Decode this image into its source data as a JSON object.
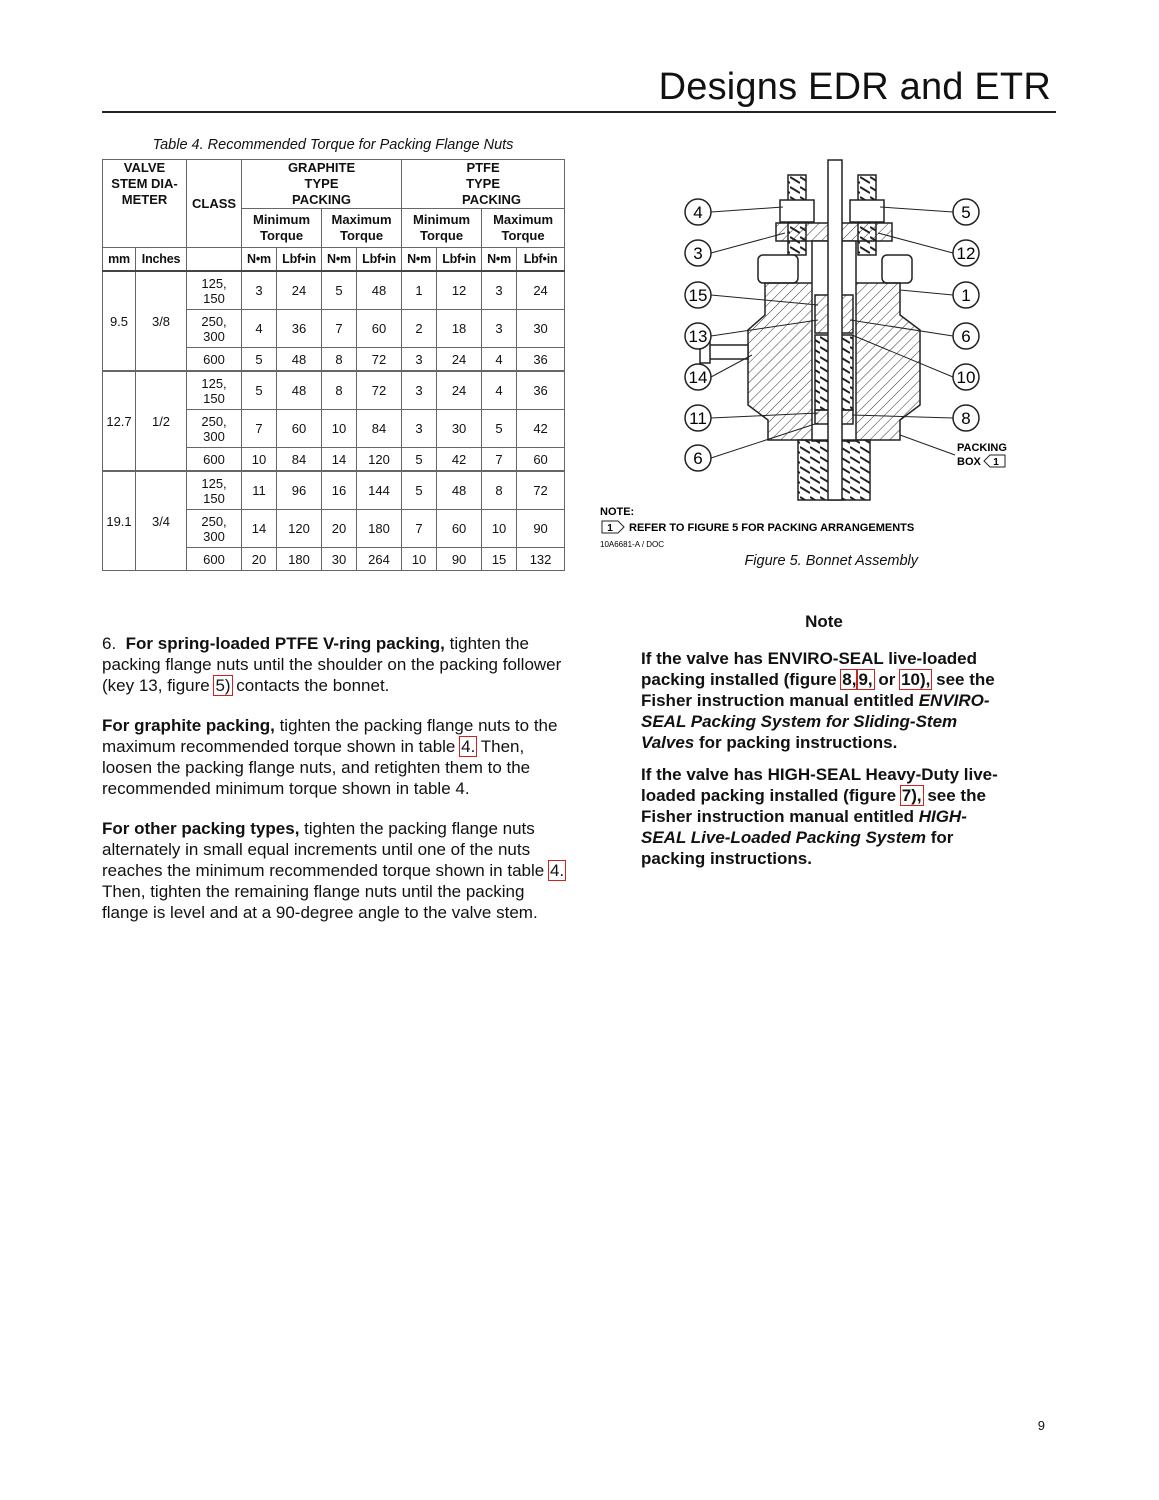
{
  "header": {
    "title": "Designs EDR and ETR"
  },
  "table": {
    "caption": "Table 4. Recommended Torque for Packing Flange Nuts",
    "head": {
      "valve_stem": "VALVE STEM DIA- METER",
      "class": "CLASS",
      "graphite": "GRAPHITE TYPE PACKING",
      "ptfe": "PTFE TYPE PACKING",
      "min_torque": "Minimum Torque",
      "max_torque": "Maximum Torque",
      "mm": "mm",
      "inches": "Inches",
      "nm": "N•m",
      "lbfin": "Lbf•in"
    },
    "groups": [
      {
        "mm": "9.5",
        "inches": "3/8",
        "rows": [
          {
            "class": "125, 150",
            "v": [
              "3",
              "24",
              "5",
              "48",
              "1",
              "12",
              "3",
              "24"
            ]
          },
          {
            "class": "250, 300",
            "v": [
              "4",
              "36",
              "7",
              "60",
              "2",
              "18",
              "3",
              "30"
            ]
          },
          {
            "class": "600",
            "v": [
              "5",
              "48",
              "8",
              "72",
              "3",
              "24",
              "4",
              "36"
            ]
          }
        ]
      },
      {
        "mm": "12.7",
        "inches": "1/2",
        "rows": [
          {
            "class": "125, 150",
            "v": [
              "5",
              "48",
              "8",
              "72",
              "3",
              "24",
              "4",
              "36"
            ]
          },
          {
            "class": "250, 300",
            "v": [
              "7",
              "60",
              "10",
              "84",
              "3",
              "30",
              "5",
              "42"
            ]
          },
          {
            "class": "600",
            "v": [
              "10",
              "84",
              "14",
              "120",
              "5",
              "42",
              "7",
              "60"
            ]
          }
        ]
      },
      {
        "mm": "19.1",
        "inches": "3/4",
        "rows": [
          {
            "class": "125, 150",
            "v": [
              "11",
              "96",
              "16",
              "144",
              "5",
              "48",
              "8",
              "72"
            ]
          },
          {
            "class": "250, 300",
            "v": [
              "14",
              "120",
              "20",
              "180",
              "7",
              "60",
              "10",
              "90"
            ]
          },
          {
            "class": "600",
            "v": [
              "20",
              "180",
              "30",
              "264",
              "10",
              "90",
              "15",
              "132"
            ]
          }
        ]
      }
    ]
  },
  "figure": {
    "callouts_left": [
      "4",
      "3",
      "15",
      "13",
      "14",
      "11",
      "6"
    ],
    "callouts_right": [
      "5",
      "12",
      "1",
      "6",
      "10",
      "8"
    ],
    "packing_box_line1": "PACKING",
    "packing_box_line2": "BOX",
    "flag": "1",
    "note_label": "NOTE:",
    "note_text": "REFER TO FIGURE 5 FOR PACKING ARRANGEMENTS",
    "drawing_code": "10A6681-A / DOC",
    "caption": "Figure 5. Bonnet Assembly"
  },
  "body": {
    "p1_num": "6.",
    "p1_bold": "For spring-loaded PTFE V-ring packing,",
    "p1_a": " tighten the packing flange nuts until the shoulder on the packing follower (key 13, figure ",
    "p1_link": "5)",
    "p1_b": " contacts the bonnet.",
    "p2_bold": "For graphite packing,",
    "p2_a": " tighten the packing flange nuts to the maximum recommended torque shown in table ",
    "p2_link": "4.",
    "p2_b": " Then, loosen the packing flange nuts, and retighten them to the recommended minimum torque shown in table 4.",
    "p3_bold": "For other packing types,",
    "p3_a": " tighten the packing flange nuts alternately in small equal increments until one of the nuts reaches the minimum recommended torque shown in table ",
    "p3_link": "4.",
    "p3_b": " Then, tighten the remaining flange nuts until the packing flange is level and at a 90-degree angle to the valve stem."
  },
  "note": {
    "title": "Note",
    "n1_a": "If the valve has ENVIRO-SEAL live-loaded packing installed (figure ",
    "n1_l1": "8,",
    "n1_l2": "9,",
    "n1_sep": " or ",
    "n1_l3": "10),",
    "n1_b": " see the Fisher instruction manual entitled ",
    "n1_it": "ENVIRO-SEAL Packing System for Sliding-Stem Valves",
    "n1_c": " for packing instructions.",
    "n2_a": "If the valve has HIGH-SEAL Heavy-Duty live-loaded packing installed (figure ",
    "n2_l1": "7),",
    "n2_b": " see the Fisher instruction manual entitled ",
    "n2_it": "HIGH-SEAL Live-Loaded Packing System",
    "n2_c": " for packing instructions."
  },
  "page_number": "9"
}
